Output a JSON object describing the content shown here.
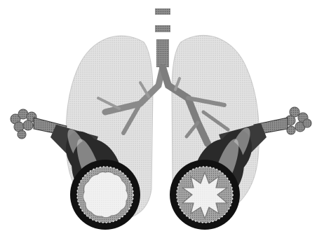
{
  "diagram": {
    "colors": {
      "background": "#ffffff",
      "lung": "#d9d9d9",
      "lung_edge": "#c4c4c4",
      "bronchus": "#8c8c8c",
      "tube_dark": "#2f2f2f",
      "tube_mid": "#555555",
      "ring": "#111111",
      "wall": "#9a9a9a",
      "lumen": "#efefef",
      "alveoli": "#a8a8a8"
    },
    "airways": [
      {
        "id": "normal",
        "lumen_shape": "round-smooth"
      },
      {
        "id": "constricted",
        "lumen_shape": "star-narrowed"
      }
    ]
  }
}
